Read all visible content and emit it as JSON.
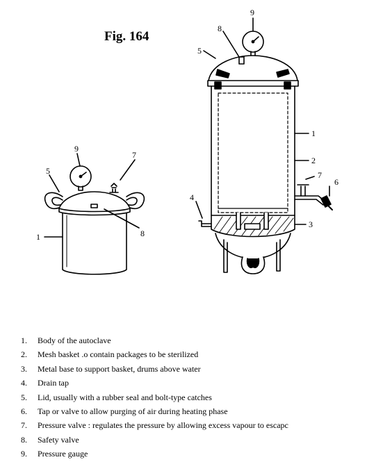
{
  "figure_title": "Fig. 164",
  "callouts": {
    "small": {
      "n1": "1",
      "n5": "5",
      "n7": "7",
      "n8": "8",
      "n9": "9"
    },
    "large": {
      "n1": "1",
      "n2": "2",
      "n3": "3",
      "n4": "4",
      "n5": "5",
      "n6": "6",
      "n7": "7",
      "n8": "8",
      "n9": "9"
    }
  },
  "legend": [
    {
      "num": "1.",
      "text": "Body of the autoclave"
    },
    {
      "num": "2.",
      "text": "Mesh basket .o contain packages to be sterilized"
    },
    {
      "num": "3.",
      "text": "Metal base to support basket, drums above water"
    },
    {
      "num": "4.",
      "text": "Drain tap"
    },
    {
      "num": "5.",
      "text": "Lid, usually with a rubber seal and bolt-type catches"
    },
    {
      "num": "6.",
      "text": "Tap or valve to allow purging of air during heating phase"
    },
    {
      "num": "7.",
      "text": "Pressure valve : regulates the pressure by allowing excess vapour to escapc"
    },
    {
      "num": "8.",
      "text": "Safety valve"
    },
    {
      "num": "9.",
      "text": "Pressure gauge"
    }
  ]
}
